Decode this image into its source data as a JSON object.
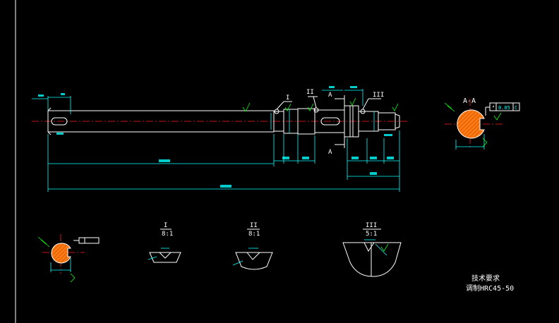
{
  "views": {
    "section_aa_label": "A-A",
    "section_arrow_a_top": "A",
    "section_arrow_a_bottom": "A"
  },
  "callouts": {
    "c1": "I",
    "c2": "II",
    "c3": "III"
  },
  "details": {
    "d1_label": "I",
    "d1_scale": "8:1",
    "d2_label": "II",
    "d2_scale": "8:1",
    "d3_label": "III",
    "d3_scale": "5:1"
  },
  "tolerance_frame": {
    "value": "0.05",
    "datum": "C"
  },
  "notes": {
    "title": "技术要求",
    "line1": "调制HRC45-50"
  },
  "colors": {
    "background": "#000000",
    "outline": "#ffffff",
    "dimension": "#00ffff",
    "annotation": "#00ff00",
    "centerline": "#ff2020"
  }
}
